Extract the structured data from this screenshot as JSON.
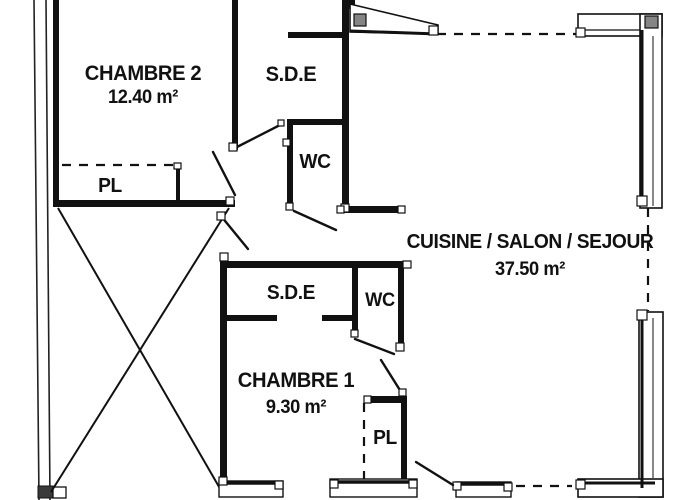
{
  "plan": {
    "title": "apartment-floor-plan",
    "rooms": [
      {
        "id": "chambre2",
        "label": "CHAMBRE 2",
        "area": "12.40 m²"
      },
      {
        "id": "sde-top",
        "label": "S.D.E"
      },
      {
        "id": "wc-top",
        "label": "WC"
      },
      {
        "id": "cuisine-salon-sejour",
        "label": "CUISINE / SALON / SEJOUR",
        "area": "37.50 m²"
      },
      {
        "id": "sde-bottom",
        "label": "S.D.E"
      },
      {
        "id": "wc-bottom",
        "label": "WC"
      },
      {
        "id": "chambre1",
        "label": "CHAMBRE 1",
        "area": "9.30 m²"
      },
      {
        "id": "placard-chambre2",
        "label": "PL"
      },
      {
        "id": "placard-chambre1",
        "label": "PL"
      }
    ],
    "colors": {
      "wall": "#111111",
      "background": "#ffffff",
      "window_fill": "#ffffff",
      "sash_square": "#858585",
      "text": "#111111"
    }
  }
}
